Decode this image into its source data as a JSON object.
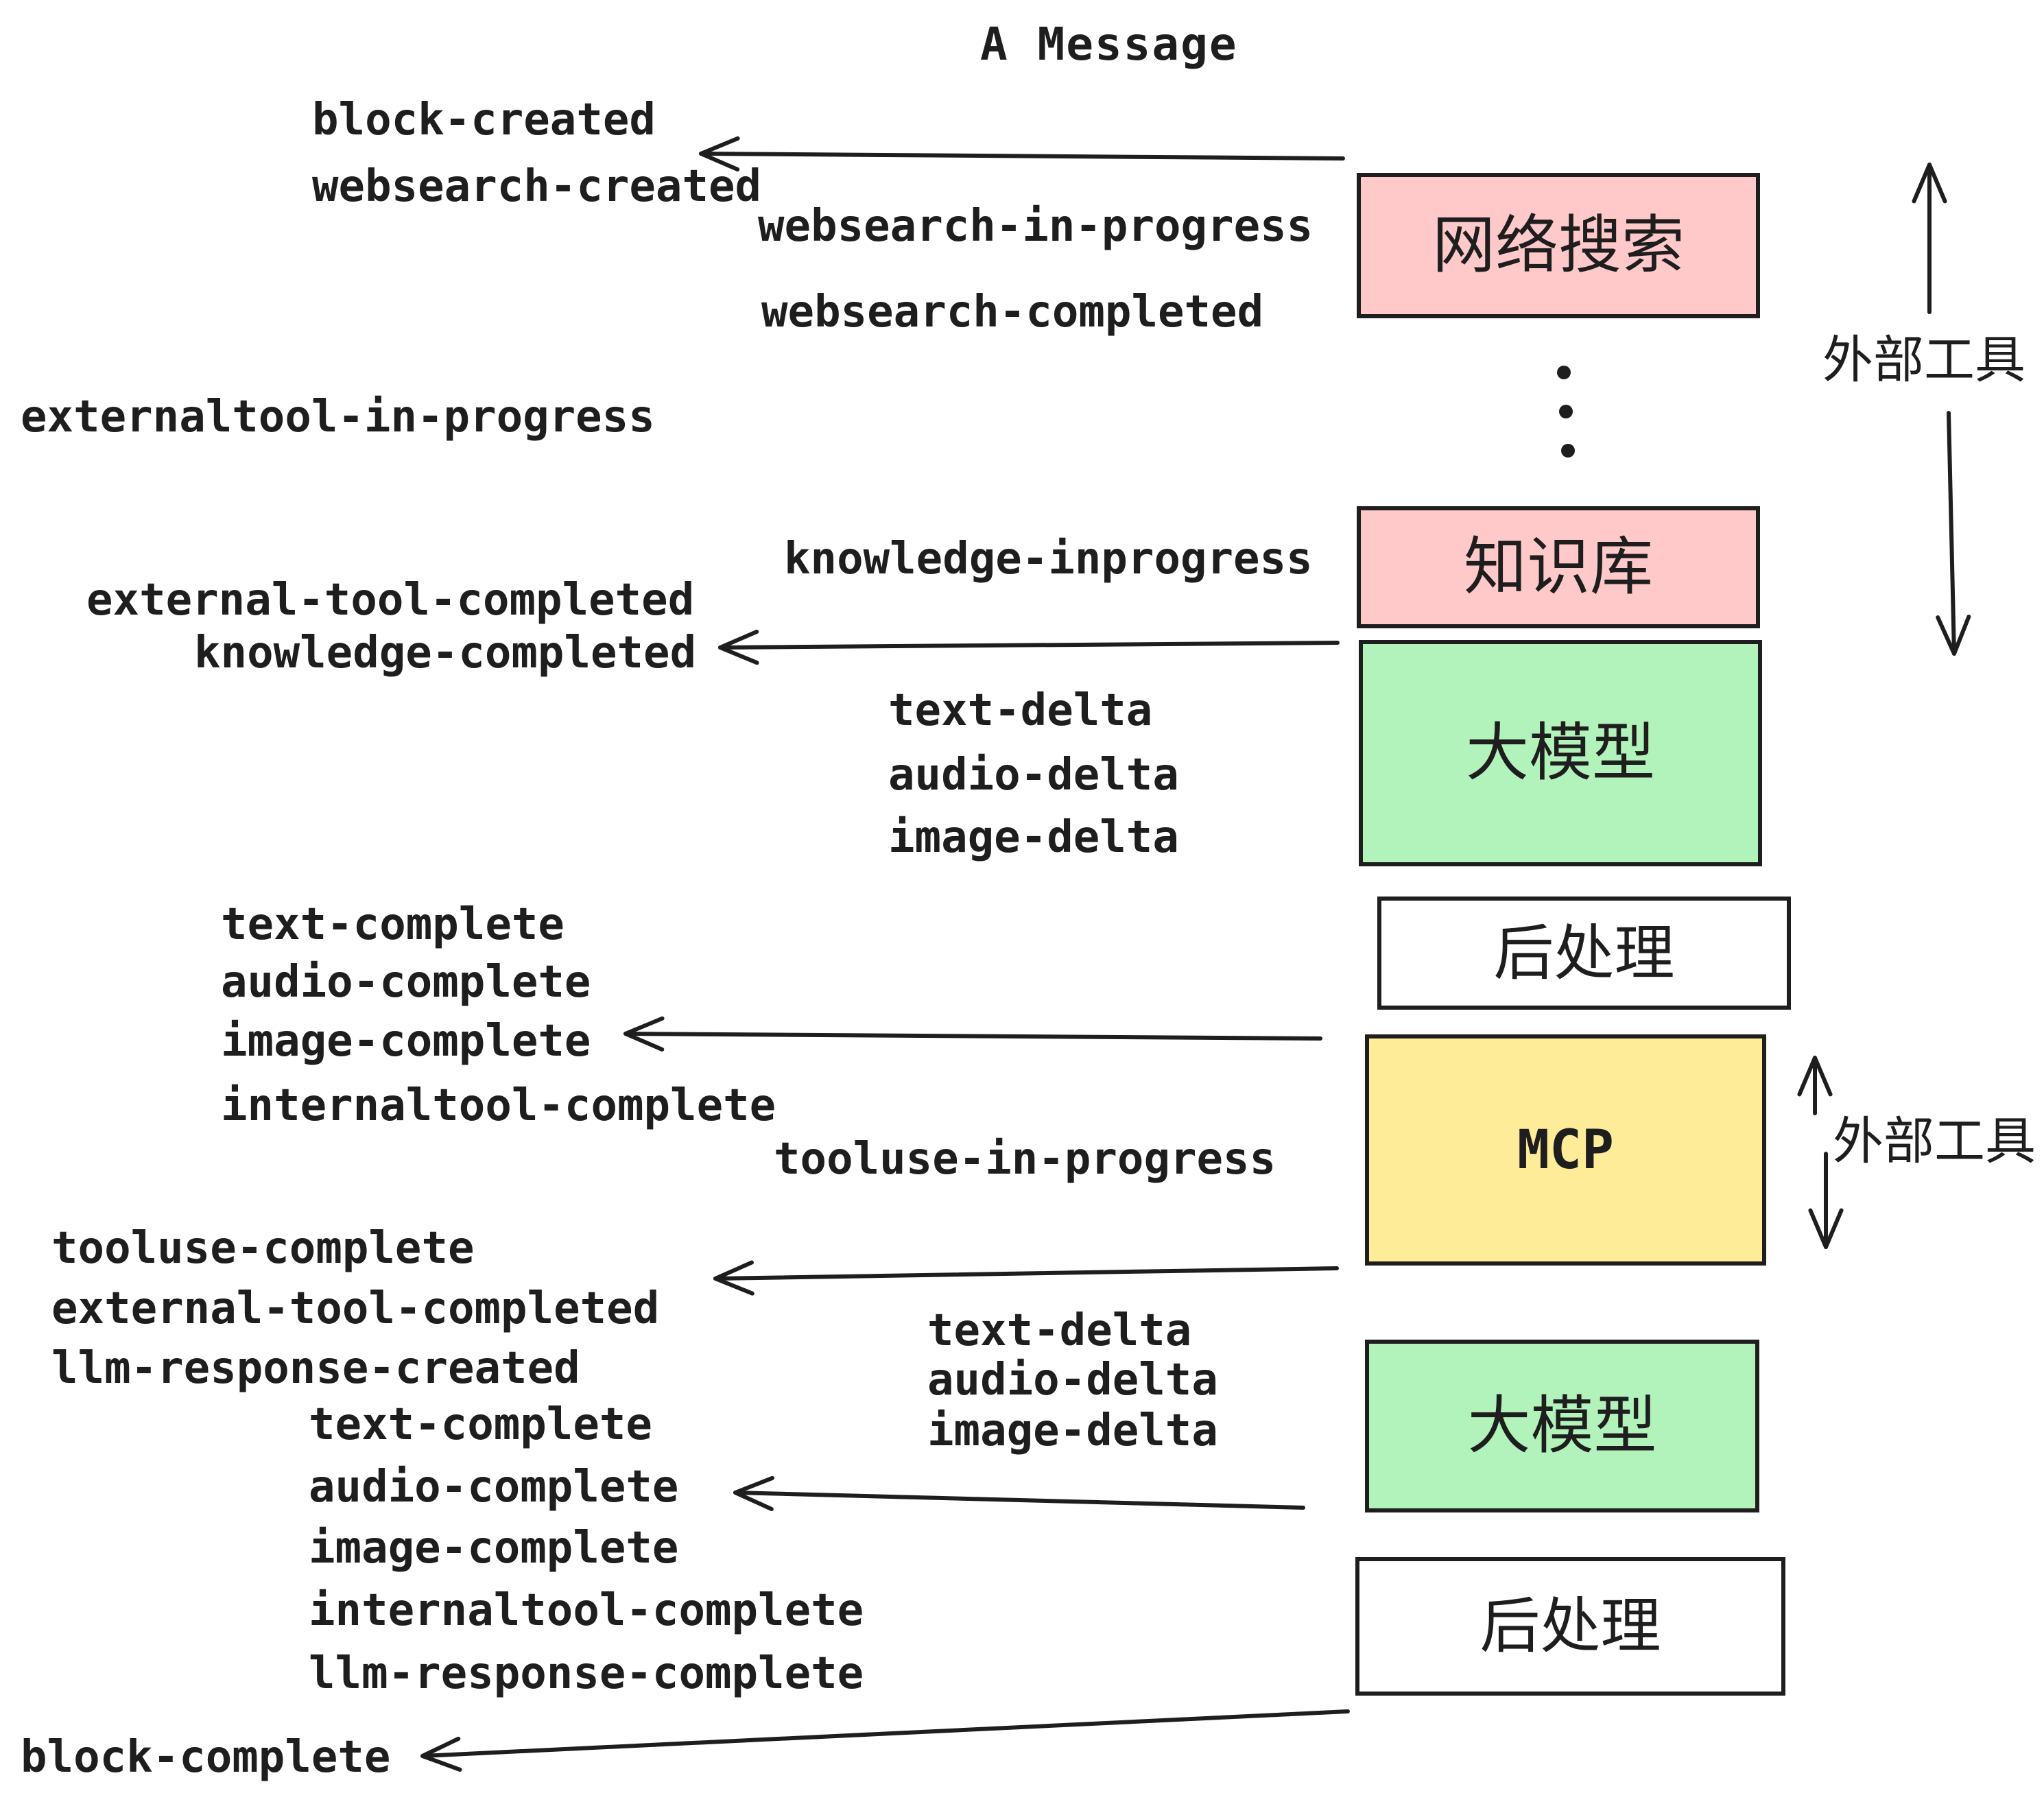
{
  "title": "A Message",
  "events": [
    {
      "id": "block-created",
      "text": "block-created"
    },
    {
      "id": "websearch-created",
      "text": "websearch-created"
    },
    {
      "id": "websearch-in-progress",
      "text": "websearch-in-progress"
    },
    {
      "id": "websearch-completed",
      "text": "websearch-completed"
    },
    {
      "id": "externaltool-in-progress",
      "text": "externaltool-in-progress"
    },
    {
      "id": "knowledge-inprogress",
      "text": "knowledge-inprogress"
    },
    {
      "id": "external-tool-completed-1",
      "text": "external-tool-completed"
    },
    {
      "id": "knowledge-completed",
      "text": "knowledge-completed"
    },
    {
      "id": "text-delta-1",
      "text": "text-delta"
    },
    {
      "id": "audio-delta-1",
      "text": "audio-delta"
    },
    {
      "id": "image-delta-1",
      "text": "image-delta"
    },
    {
      "id": "text-complete-1",
      "text": "text-complete"
    },
    {
      "id": "audio-complete-1",
      "text": "audio-complete"
    },
    {
      "id": "image-complete-1",
      "text": "image-complete"
    },
    {
      "id": "internaltool-complete-1",
      "text": "internaltool-complete"
    },
    {
      "id": "tooluse-in-progress",
      "text": "tooluse-in-progress"
    },
    {
      "id": "tooluse-complete",
      "text": "tooluse-complete"
    },
    {
      "id": "external-tool-completed-2",
      "text": "external-tool-completed"
    },
    {
      "id": "llm-response-created",
      "text": "llm-response-created"
    },
    {
      "id": "text-delta-2",
      "text": "text-delta"
    },
    {
      "id": "audio-delta-2",
      "text": "audio-delta"
    },
    {
      "id": "image-delta-2",
      "text": "image-delta"
    },
    {
      "id": "text-complete-2",
      "text": "text-complete"
    },
    {
      "id": "audio-complete-2",
      "text": "audio-complete"
    },
    {
      "id": "image-complete-2",
      "text": "image-complete"
    },
    {
      "id": "internaltool-complete-2",
      "text": "internaltool-complete"
    },
    {
      "id": "llm-response-complete",
      "text": "llm-response-complete"
    },
    {
      "id": "block-complete",
      "text": "block-complete"
    }
  ],
  "boxes": [
    {
      "id": "websearch",
      "label": "网络搜索",
      "fill": "#ffc9c9"
    },
    {
      "id": "knowledge",
      "label": "知识库",
      "fill": "#ffc9c9"
    },
    {
      "id": "llm-1",
      "label": "大模型",
      "fill": "#b2f2bb"
    },
    {
      "id": "post-1",
      "label": "后处理",
      "fill": "#ffffff"
    },
    {
      "id": "mcp",
      "label": "MCP",
      "fill": "#ffec99"
    },
    {
      "id": "llm-2",
      "label": "大模型",
      "fill": "#b2f2bb"
    },
    {
      "id": "post-2",
      "label": "后处理",
      "fill": "#ffffff"
    }
  ],
  "side_annotations": [
    {
      "id": "external-tools-top",
      "text": "外部工具"
    },
    {
      "id": "external-tools-mcp",
      "text": "外部工具"
    }
  ],
  "ellipsis_dot_count": 3,
  "colors": {
    "ink": "#1e1e1e",
    "box_pink": "#ffc9c9",
    "box_green": "#b2f2bb",
    "box_yellow": "#ffec99",
    "background": "#ffffff"
  }
}
